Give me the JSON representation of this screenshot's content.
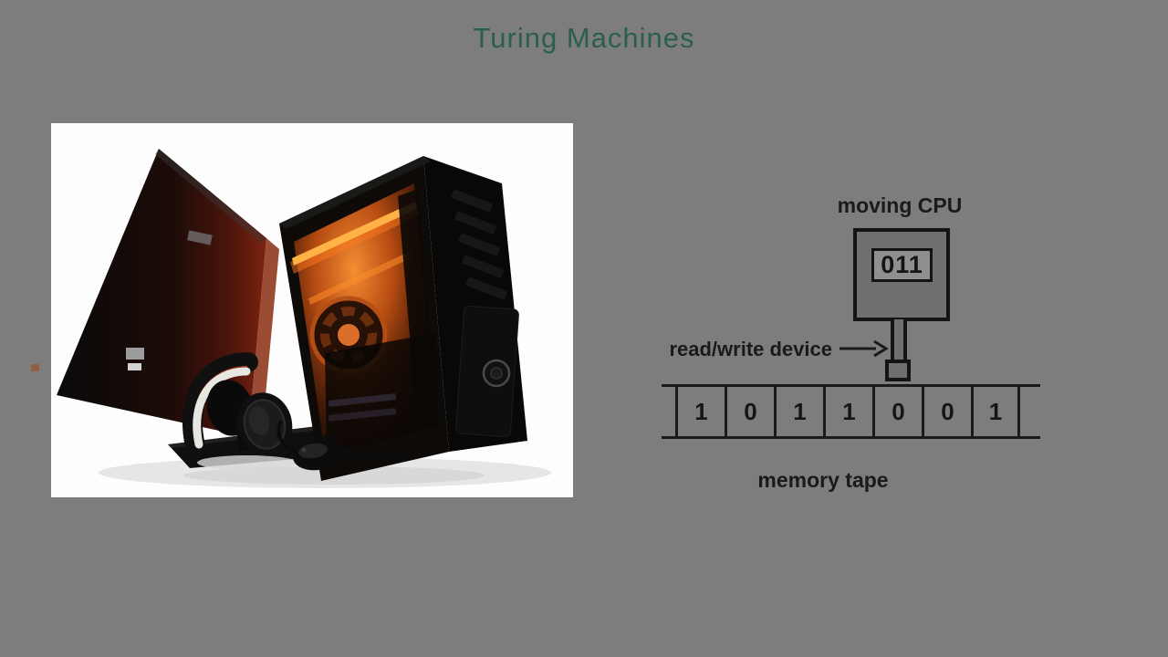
{
  "slide": {
    "title": "Turing Machines"
  },
  "photo": {
    "elements": [
      "monitor",
      "pc-tower",
      "headset",
      "mouse"
    ]
  },
  "diagram": {
    "cpu_label": "moving CPU",
    "cpu_state": "011",
    "read_write_label": "read/write device",
    "memory_tape_label": "memory tape",
    "tape_cells": [
      "1",
      "0",
      "1",
      "1",
      "0",
      "0",
      "1"
    ]
  },
  "colors": {
    "background": "#7d7d7d",
    "title": "#2b5e50",
    "diagram_ink": "#1a1a1a",
    "cpu_fill": "#6f6f6f",
    "display_fill": "#8f8f8f",
    "photo_background": "#fdfdfd",
    "glow_orange": "#ff7a1e"
  }
}
